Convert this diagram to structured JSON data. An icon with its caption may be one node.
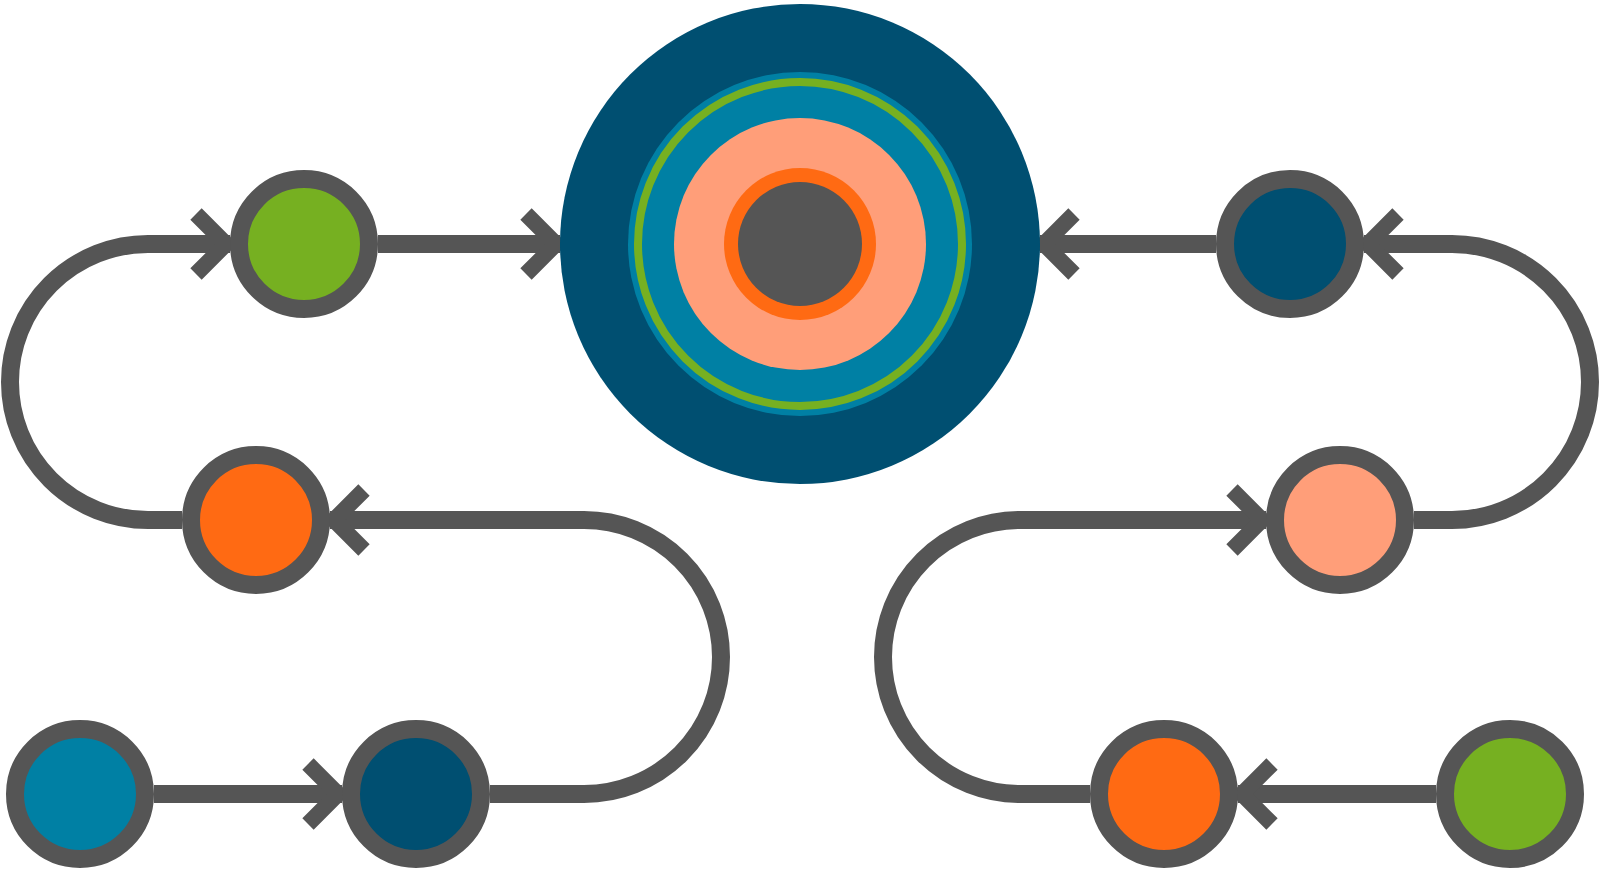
{
  "diagram": {
    "nodes": [
      {
        "text": [],
        "shape": "circle"
      },
      {
        "text": [],
        "shape": "circle"
      },
      {
        "text": [],
        "shape": "circle"
      },
      {
        "text": [],
        "shape": "circle"
      },
      {
        "text": [],
        "shape": "circle"
      },
      {
        "text": [],
        "shape": "circle"
      },
      {
        "text": [],
        "shape": "circle"
      },
      {
        "text": [],
        "shape": "circle"
      },
      {
        "text": [],
        "shape": "circle"
      }
    ],
    "edges": [
      {
        "from": 5,
        "to": 6,
        "arrow": "to"
      },
      {
        "from": 6,
        "to": 3,
        "arrow": "to"
      },
      {
        "from": 3,
        "to": 0,
        "arrow": "to"
      },
      {
        "from": 0,
        "to": 1,
        "arrow": "to"
      },
      {
        "from": 8,
        "to": 7,
        "arrow": "to"
      },
      {
        "from": 7,
        "to": 4,
        "arrow": "to"
      },
      {
        "from": 4,
        "to": 2,
        "arrow": "to"
      },
      {
        "from": 2,
        "to": 1,
        "arrow": "to"
      }
    ]
  }
}
